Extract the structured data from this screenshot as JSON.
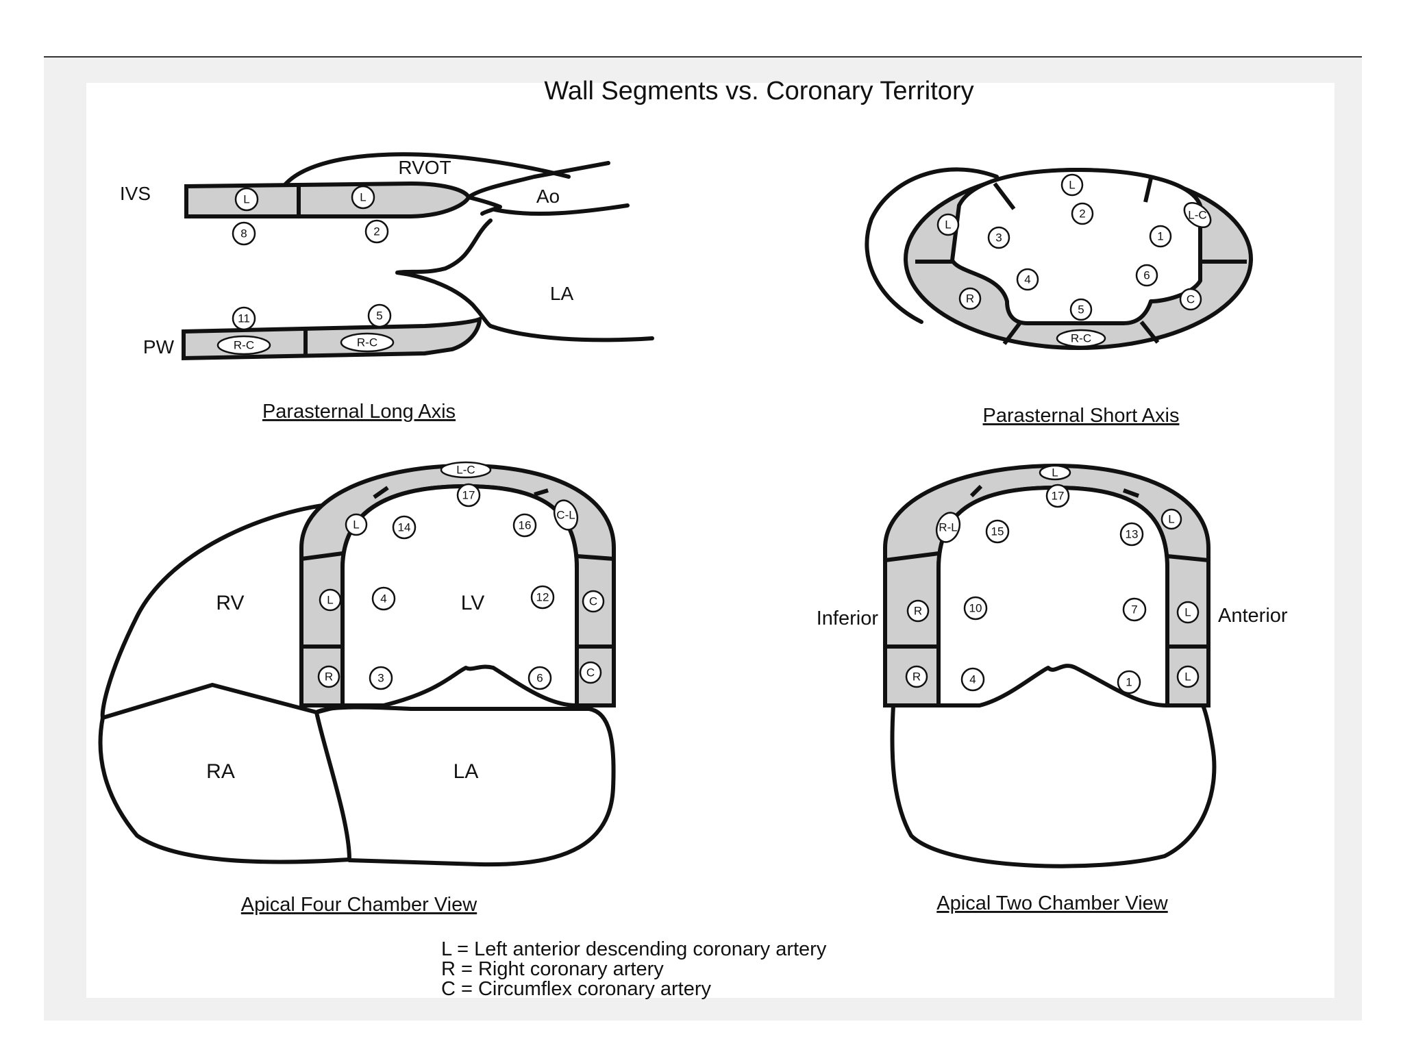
{
  "title": "Wall Segments vs. Coronary Territory",
  "plax": {
    "caption": "Parasternal Long Axis",
    "labels": {
      "ivs": "IVS",
      "pw": "PW",
      "rvot": "RVOT",
      "ao": "Ao",
      "la": "LA"
    },
    "circles": [
      "L",
      "L",
      "8",
      "2",
      "11",
      "5",
      "R-C",
      "R-C"
    ]
  },
  "psax": {
    "caption": "Parasternal Short Axis",
    "circles": [
      "L",
      "L",
      "L-C",
      "R",
      "C",
      "R-C",
      "3",
      "2",
      "1",
      "4",
      "6",
      "5"
    ]
  },
  "a4c": {
    "caption": "Apical Four Chamber View",
    "labels": {
      "rv": "RV",
      "lv": "LV",
      "ra": "RA",
      "la": "LA"
    },
    "circles": [
      "L-C",
      "17",
      "L",
      "14",
      "16",
      "C-L",
      "L",
      "4",
      "12",
      "C",
      "R",
      "3",
      "6",
      "C"
    ]
  },
  "a2c": {
    "caption": "Apical Two Chamber View",
    "labels": {
      "inferior": "Inferior",
      "anterior": "Anterior"
    },
    "circles": [
      "L",
      "17",
      "R-L",
      "15",
      "13",
      "L",
      "R",
      "10",
      "7",
      "L",
      "R",
      "4",
      "1",
      "L"
    ]
  },
  "legend": [
    "L = Left anterior descending coronary artery",
    "R = Right coronary artery",
    "C = Circumflex coronary artery"
  ]
}
